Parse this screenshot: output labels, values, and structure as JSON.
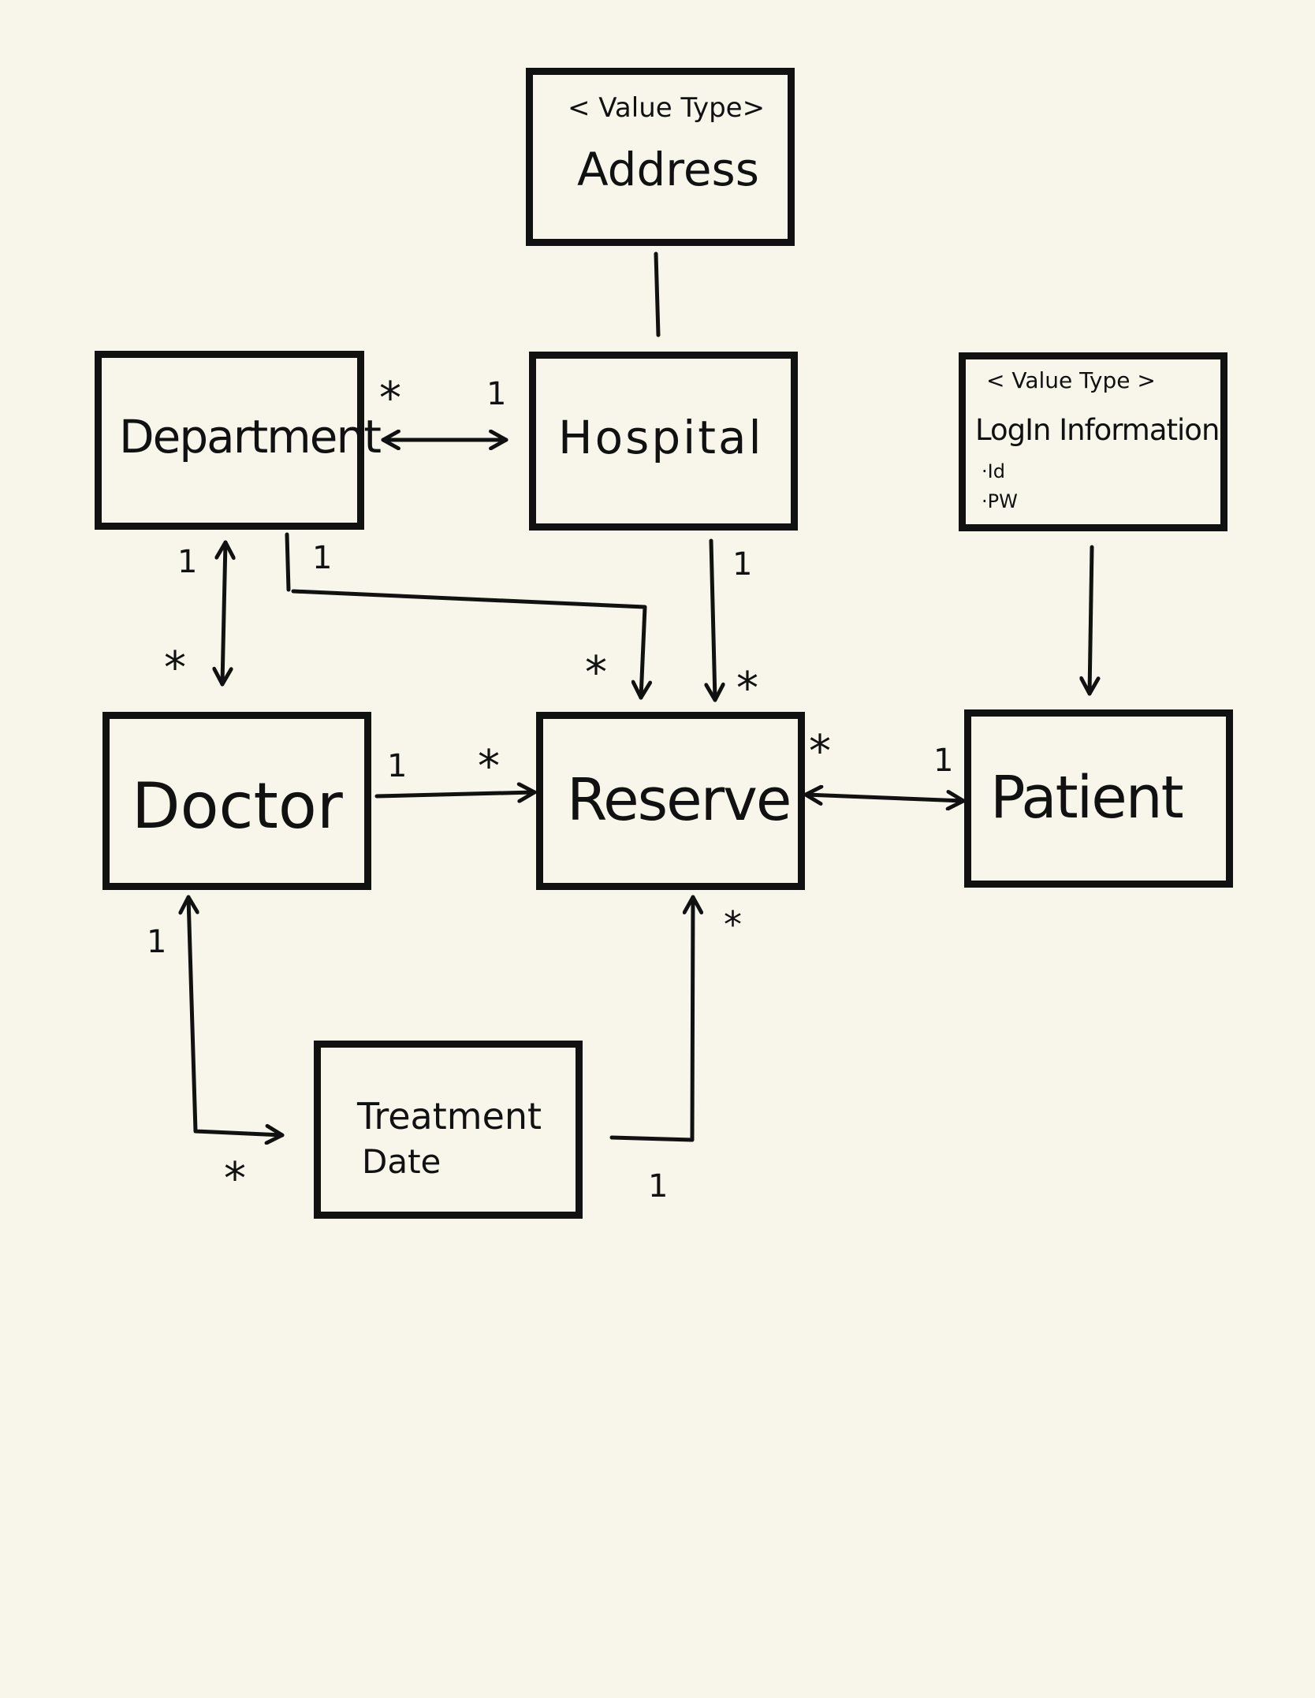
{
  "classes": {
    "address": {
      "stereotype": "< Value  Type>",
      "name": "Address"
    },
    "department": {
      "name": "Department"
    },
    "hospital": {
      "name": "Hospital"
    },
    "login": {
      "stereotype": "< Value  Type >",
      "name": "LogIn Information",
      "attributes": [
        "·Id",
        "·PW"
      ]
    },
    "doctor": {
      "name": "Doctor"
    },
    "reserve": {
      "name": "Reserve"
    },
    "patient": {
      "name": "Patient"
    },
    "treatment": {
      "name_line1": "Treatment",
      "name_line2": "Date"
    }
  },
  "multiplicities": {
    "dept_hosp_dept": "*",
    "dept_hosp_hosp": "1",
    "dept_doctor_dept": "1",
    "dept_doctor_doctor": "*",
    "dept_reserve_dept": "1",
    "dept_reserve_reserve": "*",
    "hosp_reserve_hosp": "1",
    "hosp_reserve_reserve": "*",
    "doctor_reserve_doctor": "1",
    "doctor_reserve_reserve": "*",
    "reserve_patient_reserve": "*",
    "reserve_patient_patient": "1",
    "doctor_treatment_doctor": "1",
    "doctor_treatment_treatment": "*",
    "treatment_reserve_reserve": "*",
    "treatment_reserve_treatment": "1"
  },
  "style": {
    "background": "#f8f6ea",
    "ink": "#111111"
  }
}
